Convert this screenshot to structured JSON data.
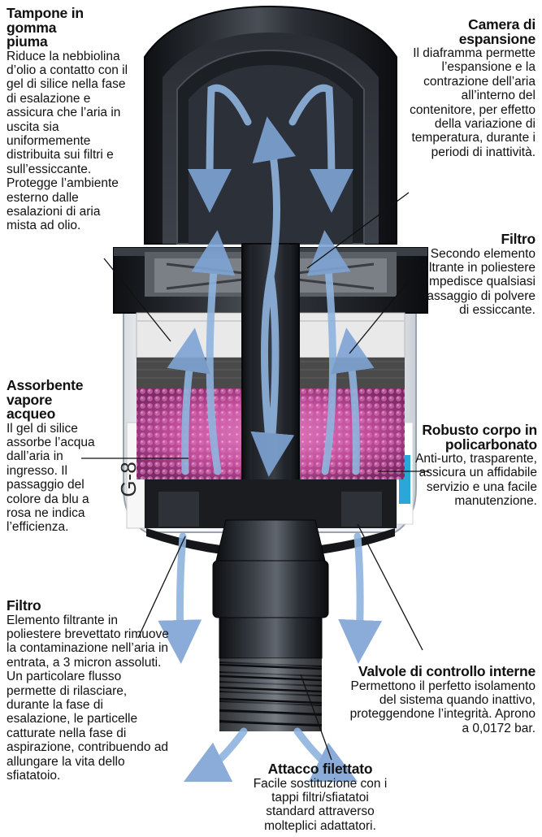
{
  "callouts": {
    "tampone": {
      "title": "Tampone in gomma piuma",
      "text": "Riduce la nebbiolina d’olio a contatto con il gel di silice nella fase di esalazione e assicura che l’aria in uscita sia uniformemente distribuita sui filtri e sull’essiccante. Protegge l’ambiente esterno dalle esalazioni di aria mista ad olio."
    },
    "camera": {
      "title": "Camera di espansione",
      "text": "Il diaframma permette l’espansione e la contrazione dell’aria all’interno del contenitore, per effetto della variazione di temperatura, durante i periodi di inattività."
    },
    "filtro_secondo": {
      "title": "Filtro",
      "text": "Secondo elemento filtrante in poliestere impedisce qualsiasi passaggio di polvere di essiccante."
    },
    "assorbente": {
      "title": "Assorbente vapore acqueo",
      "text": "Il gel di silice assorbe l’acqua dall’aria in ingresso. Il passaggio del colore da blu a rosa ne indica l’efficienza."
    },
    "robusto": {
      "title": "Robusto corpo in policarbonato",
      "text": "Anti-urto, trasparente, assicura un affidabile servizio e una facile manutenzione."
    },
    "filtro_primo": {
      "title": "Filtro",
      "text": "Elemento filtrante in poliestere brevettato rimuove la contaminazione nell’aria in entrata, a 3 micron assoluti. Un particolare flusso permette di rilasciare, durante la fase di esalazione, le particelle catturate nella fase di aspirazione, contribuendo ad allungare la vita dello sfiatatoio."
    },
    "valvole": {
      "title": "Valvole di controllo interne",
      "text": "Permettono il perfetto isolamento del sistema quando inattivo, proteggendone l’integrità. Aprono a 0,0172 bar."
    },
    "attacco": {
      "title": "Attacco filettato",
      "text": "Facile sostituzione con i tappi filtri/sfiatatoi standard attraverso molteplici adattatori."
    }
  },
  "label_text": "G-8",
  "colors": {
    "body_dark": "#1c1f24",
    "gel_pink": "#c14d9a",
    "arrow_blue": "#8fb4de",
    "foam_gray": "#4a4a4a",
    "filter_white": "#e9e9e9"
  }
}
